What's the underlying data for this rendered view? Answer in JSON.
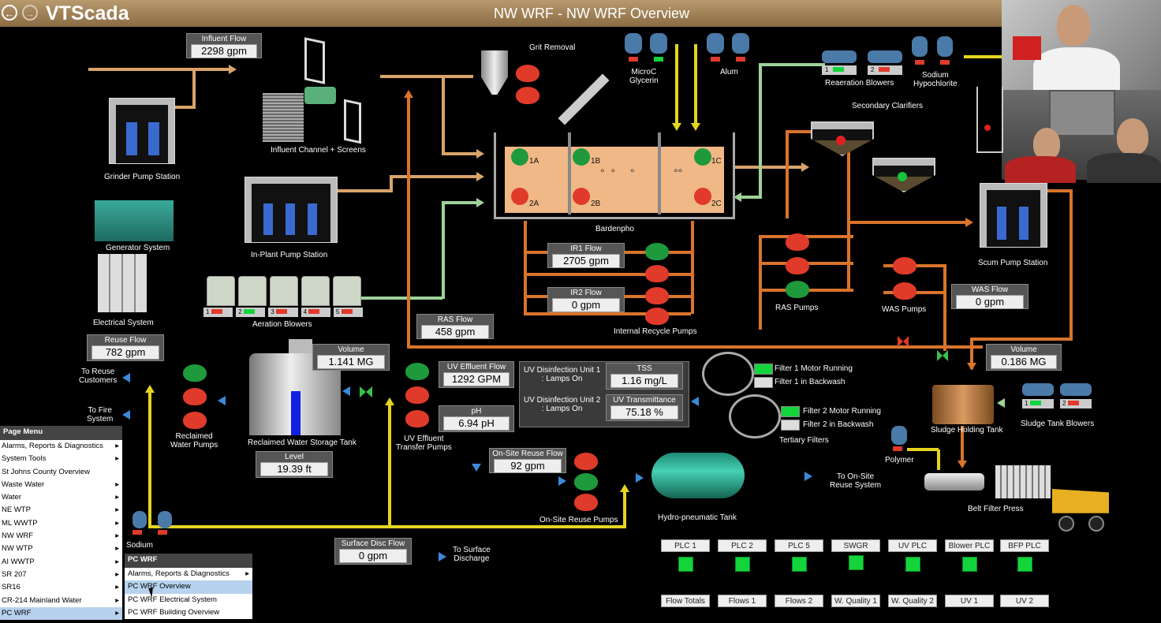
{
  "header": {
    "title": "NW WRF - NW WRF Overview",
    "logo": "VTScada",
    "back_icon": "back-arrow-icon",
    "forward_icon": "forward-arrow-icon"
  },
  "labels": {
    "grit_removal": "Grit Removal",
    "microc": "MicroC\nGlycerin",
    "alum": "Alum",
    "reaeration": "Reaeration Blowers",
    "sodium_hypo": "Sodium\nHypochlorite",
    "secondary_clarifiers": "Secondary Clarifiers",
    "grinder": "Grinder Pump Station",
    "influent_channel": "Influent Channel + Screens",
    "generator": "Generator System",
    "inplant": "In-Plant Pump Station",
    "electrical": "Electrical System",
    "aeration": "Aeration Blowers",
    "bardenpho": "Bardenpho",
    "internal_recycle": "Internal Recycle Pumps",
    "ras_pumps": "RAS Pumps",
    "was_pumps": "WAS Pumps",
    "scum": "Scum Pump Station",
    "reuse_customers": "To Reuse\nCustomers",
    "fire_system": "To Fire\nSystem",
    "reclaimed_pumps": "Reclaimed\nWater Pumps",
    "storage_tank": "Reclaimed Water Storage Tank",
    "uv_transfer": "UV Effluent\nTransfer Pumps",
    "filter1_running": "Filter 1 Motor Running",
    "filter1_backwash": "Filter 1 in Backwash",
    "filter2_running": "Filter 2 Motor Running",
    "filter2_backwash": "Filter 2 in Backwash",
    "tertiary": "Tertiary Filters",
    "sludge_holding": "Sludge Holding Tank",
    "sludge_blowers": "Sludge Tank Blowers",
    "polymer": "Polymer",
    "belt_press": "Belt Filter Press",
    "onsite_pumps": "On-Site Reuse Pumps",
    "hydro_tank": "Hydro-pneumatic Tank",
    "onsite_reuse_system": "To On-Site\nReuse System",
    "surface_discharge": "To Surface\nDischarge",
    "sodium": "Sodium",
    "uv1": "UV Disinfection Unit 1\n: Lamps On",
    "uv2": "UV Disinfection Unit 2\n: Lamps On",
    "basin_1a": "1A",
    "basin_1b": "1B",
    "basin_1c": "1C",
    "basin_2a": "2A",
    "basin_2b": "2B",
    "basin_2c": "2C"
  },
  "readouts": {
    "influent_flow": {
      "label": "Influent Flow",
      "value": "2298 gpm"
    },
    "ir1_flow": {
      "label": "IR1 Flow",
      "value": "2705 gpm"
    },
    "ir2_flow": {
      "label": "IR2 Flow",
      "value": "0 gpm"
    },
    "ras_flow": {
      "label": "RAS Flow",
      "value": "458 gpm"
    },
    "was_flow": {
      "label": "WAS Flow",
      "value": "0 gpm"
    },
    "reuse_flow": {
      "label": "Reuse Flow",
      "value": "782 gpm"
    },
    "volume_tank": {
      "label": "Volume",
      "value": "1.141 MG"
    },
    "level": {
      "label": "Level",
      "value": "19.39 ft"
    },
    "uv_effluent": {
      "label": "UV Effluent Flow",
      "value": "1292 GPM"
    },
    "ph": {
      "label": "pH",
      "value": "6.94 pH"
    },
    "tss": {
      "label": "TSS",
      "value": "1.16 mg/L"
    },
    "uv_trans": {
      "label": "UV Transmittance",
      "value": "75.18 %"
    },
    "volume_sludge": {
      "label": "Volume",
      "value": "0.186 MG"
    },
    "onsite_flow": {
      "label": "On-Site Reuse Flow",
      "value": "92 gpm"
    },
    "surface_flow": {
      "label": "Surface Disc Flow",
      "value": "0 gpm"
    }
  },
  "plc_buttons": [
    "PLC 1",
    "PLC 2",
    "PLC 5",
    "SWGR",
    "UV PLC",
    "Blower PLC",
    "BFP PLC"
  ],
  "bottom_buttons": [
    "Flow Totals",
    "Flows 1",
    "Flows 2",
    "W. Quality 1",
    "W. Quality 2",
    "UV 1",
    "UV 2"
  ],
  "blower_numbers": [
    "1",
    "2",
    "3",
    "4",
    "5"
  ],
  "reaeration_numbers": [
    "1",
    "2"
  ],
  "sludge_blower_numbers": [
    "1",
    "2"
  ],
  "page_menu": {
    "title": "Page Menu",
    "items": [
      "Alarms, Reports & Diagnostics",
      "System Tools",
      "St Johns County Overview",
      "Waste Water",
      "Water",
      "NE WTP",
      "ML WWTP",
      "NW WRF",
      "NW WTP",
      "AI WWTP",
      "SR 207",
      "SR16",
      "CR-214 Mainland Water",
      "PC WRF"
    ]
  },
  "sub_menu": {
    "title": "PC WRF",
    "items": [
      "Alarms, Reports & Diagnostics",
      "PC WRF Overview",
      "PC WRF Electrical System",
      "PC WRF Building Overview"
    ]
  },
  "colors": {
    "pipe_orange": "#d8742c",
    "pipe_tan": "#d9a46a",
    "pipe_yellow": "#e5d520",
    "pipe_green": "#9ed29a",
    "running": "#14d43c",
    "stopped": "#e03a2a"
  }
}
